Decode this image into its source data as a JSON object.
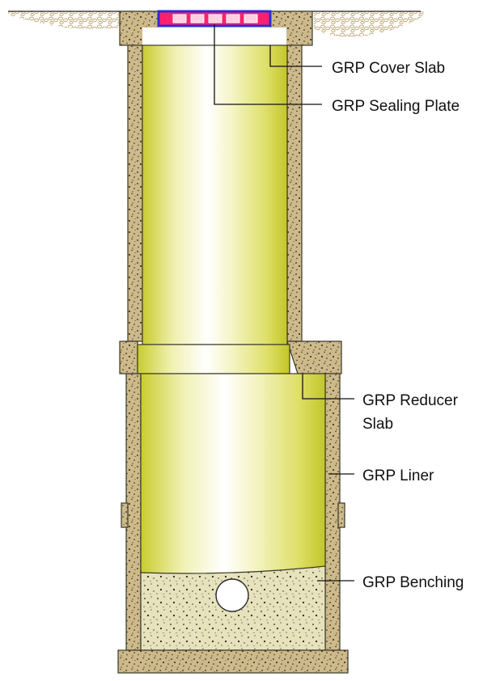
{
  "labels": {
    "cover_slab": "GRP Cover Slab",
    "sealing_plate": "GRP Sealing Plate",
    "reducer_slab_line1": "GRP Reducer",
    "reducer_slab_line2": "Slab",
    "liner": "GRP Liner",
    "benching": "GRP Benching"
  },
  "colors": {
    "concrete": "#cdb98a",
    "concrete_speckle": "#2a2418",
    "liner_glow": "#ffffff",
    "liner_mid": "#f2f2c0",
    "liner_edge": "#c8cc2e",
    "benching": "#e6e2bc",
    "sealing_plate": "#ff1f6e",
    "sealing_frame": "#2b2bd6",
    "gravel": "#d9c39c"
  },
  "icons": {
    "pipe": "circle-pipe-icon",
    "gravel": "gravel-texture"
  }
}
